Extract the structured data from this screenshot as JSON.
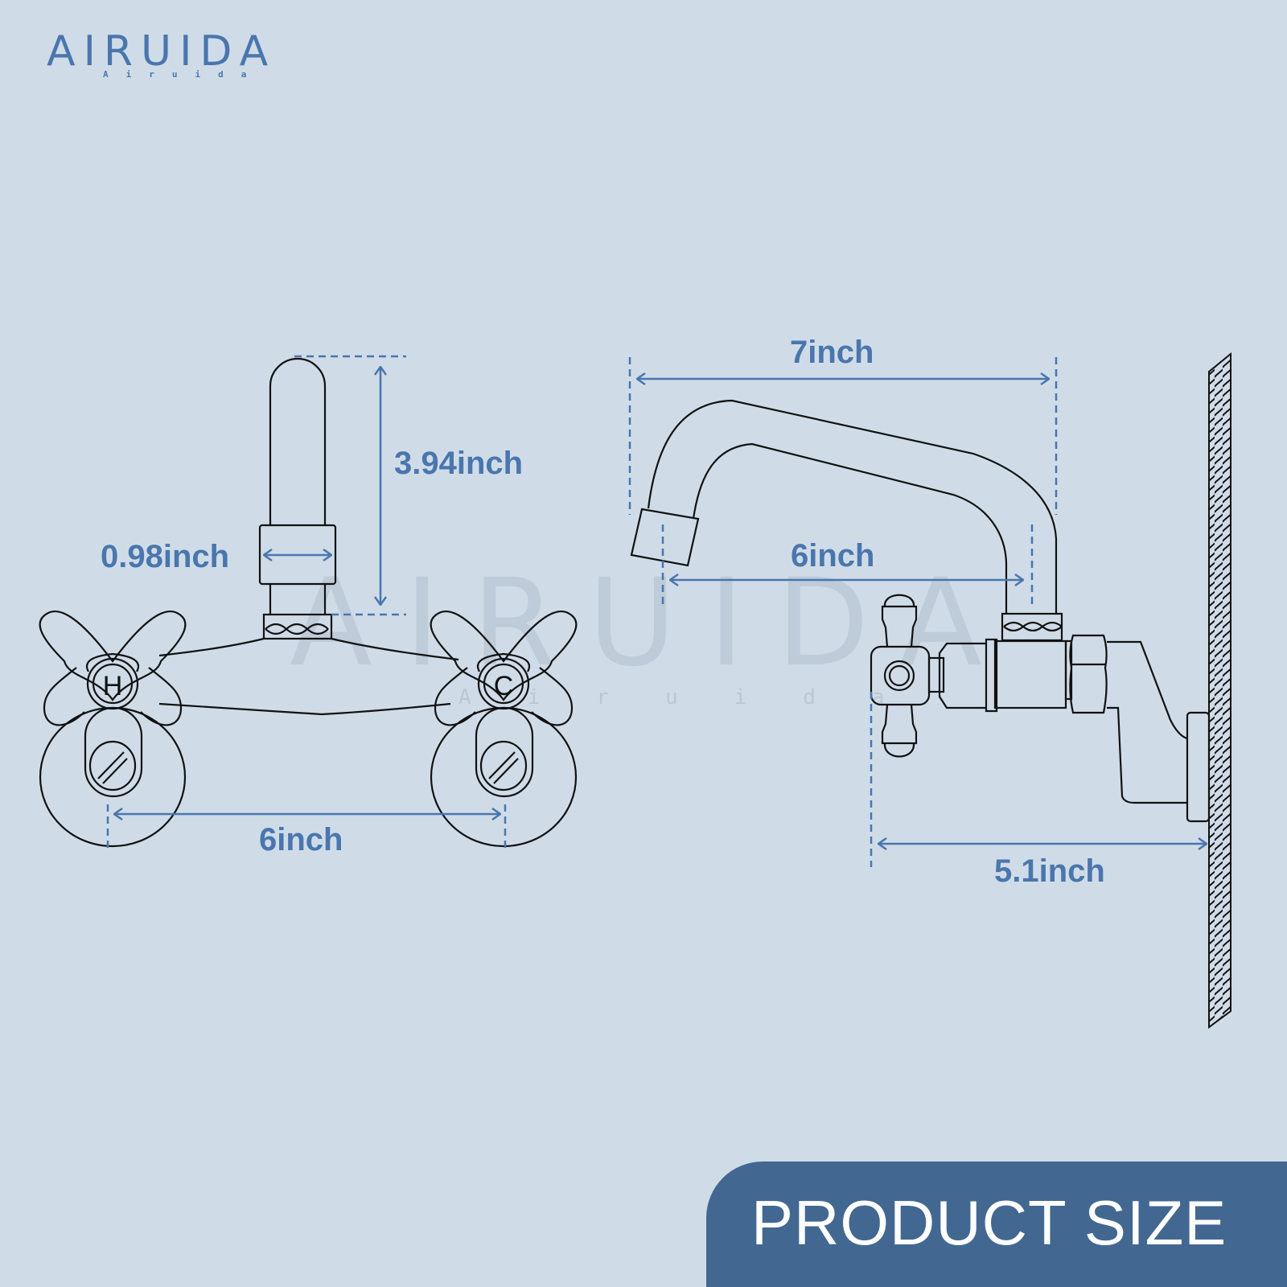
{
  "brand": {
    "logo_text": "AIRUIDA",
    "logo_subtext": "Airuida",
    "watermark_text": "AIRUIDA",
    "watermark_subtext": "Airuida"
  },
  "colors": {
    "background": "#cfdce8",
    "accent": "#4a76ad",
    "banner": "#426891",
    "line": "#111111",
    "banner_text": "#ffffff"
  },
  "front_view": {
    "handles": [
      {
        "label": "H",
        "meaning": "hot"
      },
      {
        "label": "C",
        "meaning": "cold"
      }
    ],
    "dimensions": {
      "spout_height": "3.94inch",
      "spout_diameter": "0.98inch",
      "handle_spacing": "6inch"
    }
  },
  "side_view": {
    "dimensions": {
      "spout_reach_total": "7inch",
      "spout_reach_inner": "6inch",
      "wall_projection": "5.1inch"
    }
  },
  "banner": {
    "title": "PRODUCT SIZE"
  }
}
